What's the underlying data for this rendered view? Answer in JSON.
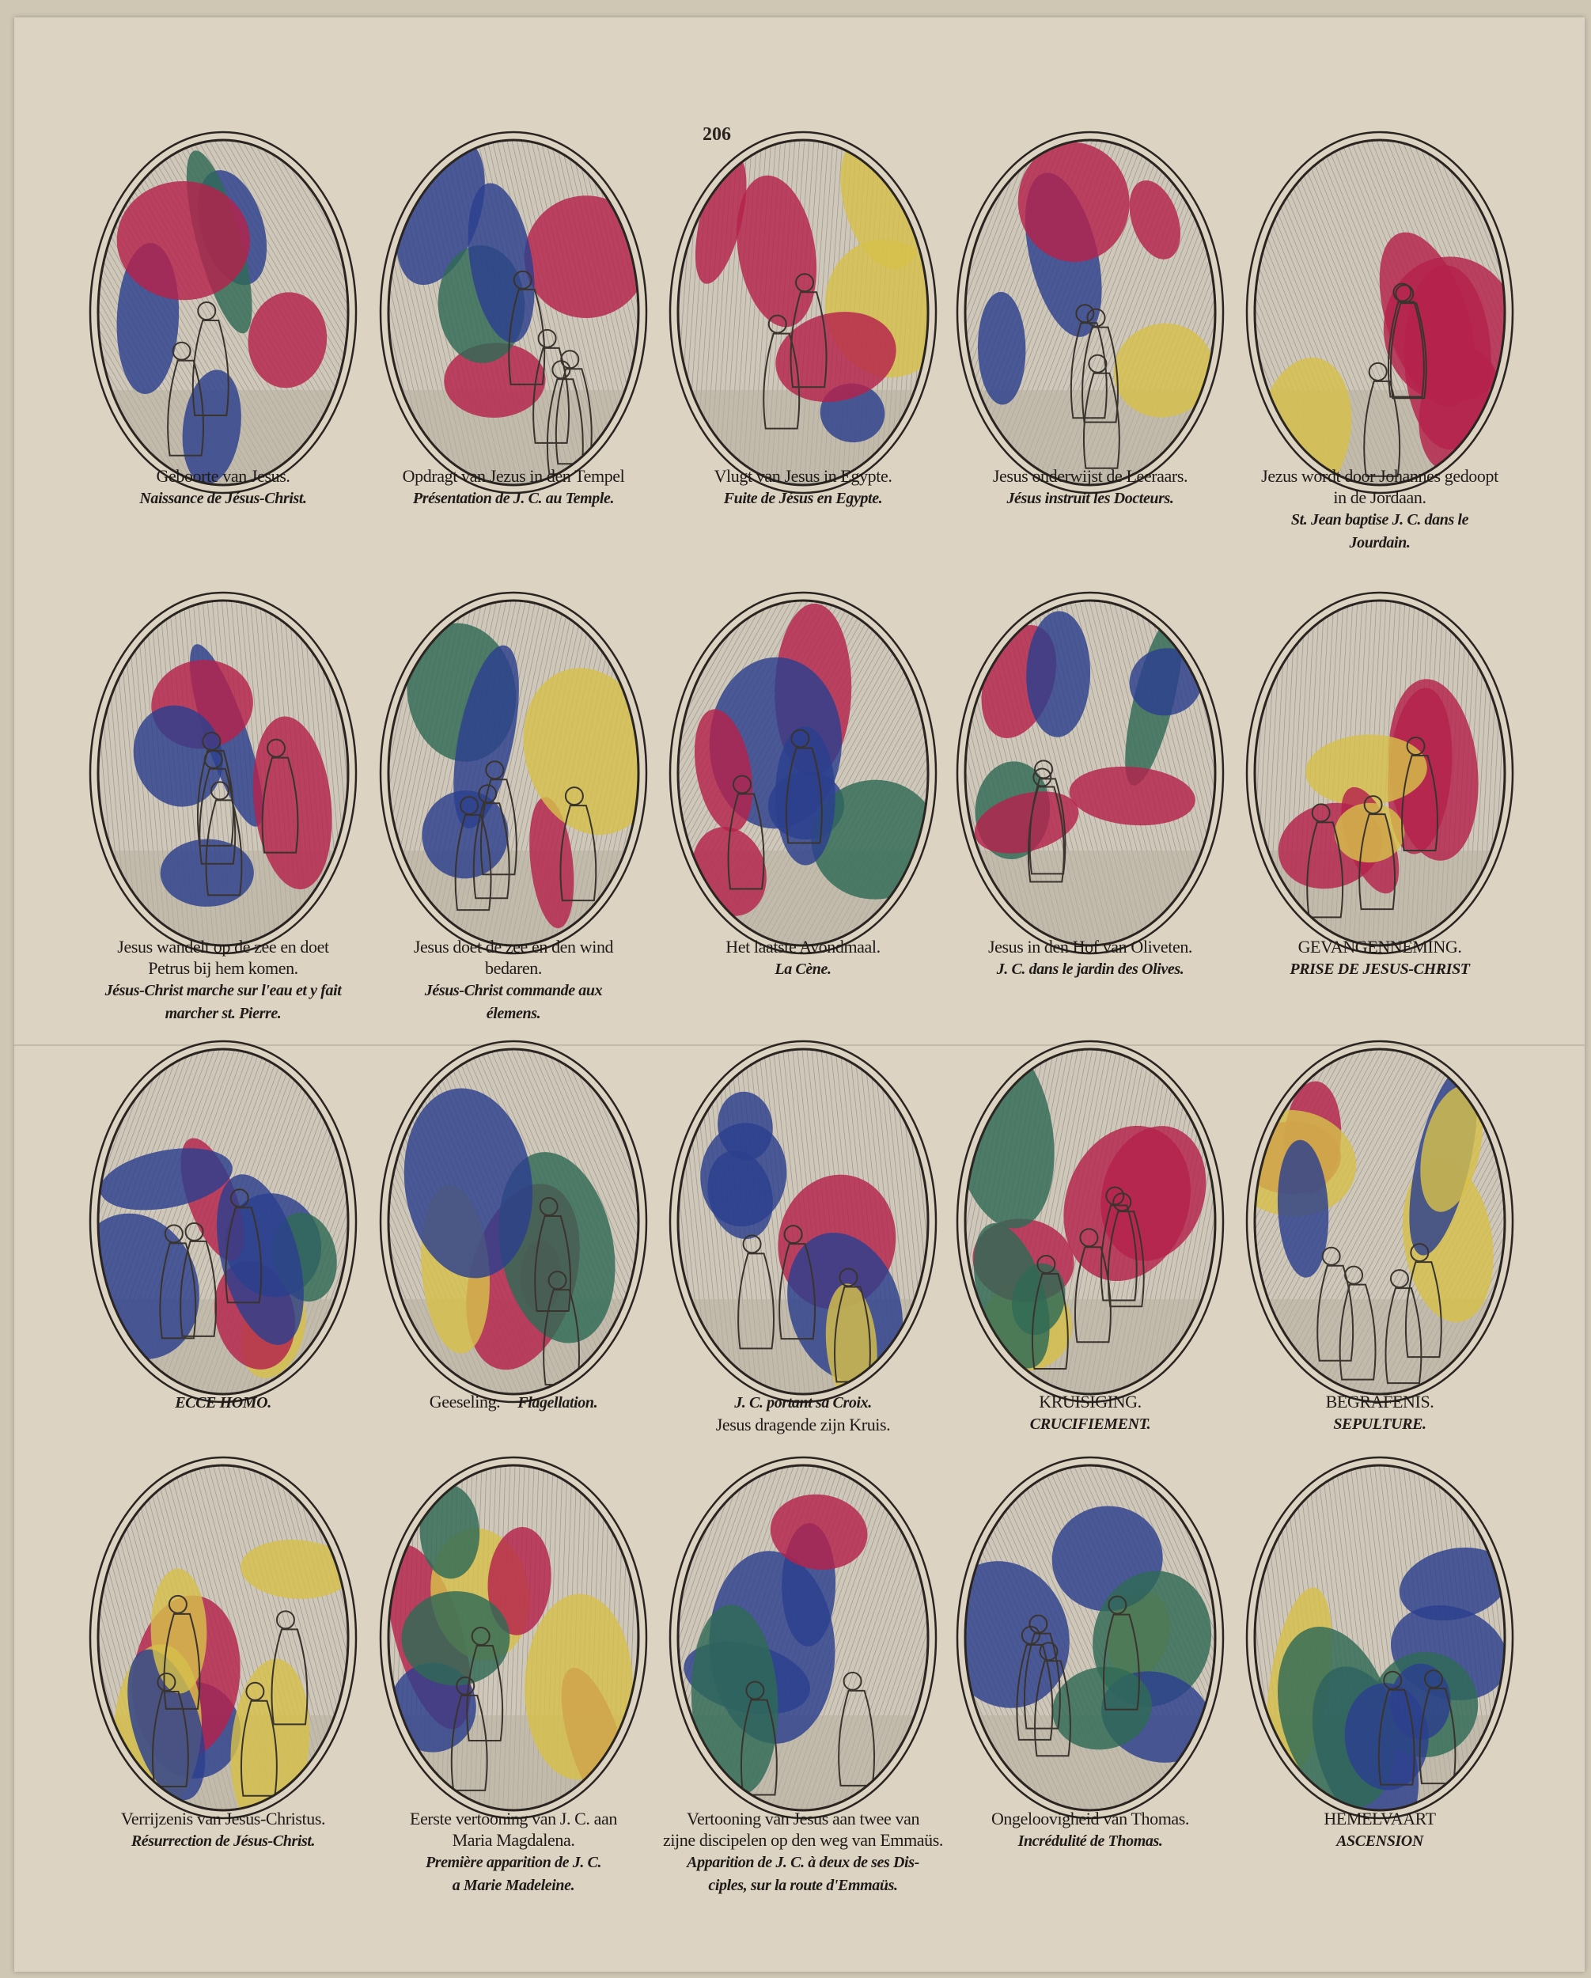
{
  "page_number": "206",
  "palette": {
    "paper": "#dcd3c2",
    "blue": "#2c3f8e",
    "red": "#b5224c",
    "yellow": "#d6c04a",
    "green": "#2f6a55",
    "ink": "#1f1b18"
  },
  "plates": [
    {
      "lines": [
        [
          {
            "t": "Geboorte van Jesus.",
            "i": false
          }
        ],
        [
          {
            "t": "Naissance de Jésus-Christ.",
            "i": true
          }
        ]
      ]
    },
    {
      "lines": [
        [
          {
            "t": "Opdragt van Jezus in den Tempel",
            "i": false
          }
        ],
        [
          {
            "t": "Présentation de J. C. au Temple.",
            "i": true
          }
        ]
      ]
    },
    {
      "lines": [
        [
          {
            "t": "Vlugt van Jesus in Egypte.",
            "i": false
          }
        ],
        [
          {
            "t": "Fuite de Jésus en Egypte.",
            "i": true
          }
        ]
      ]
    },
    {
      "lines": [
        [
          {
            "t": "Jesus onderwijst de Leeraars.",
            "i": false
          }
        ],
        [
          {
            "t": "Jésus instruit les Docteurs.",
            "i": true
          }
        ]
      ]
    },
    {
      "lines": [
        [
          {
            "t": "Jezus wordt door Johannes gedoopt",
            "i": false
          }
        ],
        [
          {
            "t": "in de Jordaan.",
            "i": false
          }
        ],
        [
          {
            "t": "St. Jean baptise J. C. dans le",
            "i": true
          }
        ],
        [
          {
            "t": "Jourdain.",
            "i": true
          }
        ]
      ]
    },
    {
      "lines": [
        [
          {
            "t": "Jesus wandelt op de zee en doet",
            "i": false
          }
        ],
        [
          {
            "t": "Petrus bij hem komen.",
            "i": false
          }
        ],
        [
          {
            "t": "Jésus-Christ marche sur l'eau et y fait",
            "i": true
          }
        ],
        [
          {
            "t": "marcher st. Pierre.",
            "i": true
          }
        ]
      ]
    },
    {
      "lines": [
        [
          {
            "t": "Jesus doet de zee en den wind",
            "i": false
          }
        ],
        [
          {
            "t": "bedaren.",
            "i": false
          }
        ],
        [
          {
            "t": "Jésus-Christ commande aux",
            "i": true
          }
        ],
        [
          {
            "t": "élemens.",
            "i": true
          }
        ]
      ]
    },
    {
      "lines": [
        [
          {
            "t": "Het laatste Avondmaal.",
            "i": false
          }
        ],
        [
          {
            "t": "La Cène.",
            "i": true
          }
        ]
      ]
    },
    {
      "lines": [
        [
          {
            "t": "Jesus in den Hof van Oliveten.",
            "i": false
          }
        ],
        [
          {
            "t": "J. C. dans le jardin des Olives.",
            "i": true
          }
        ]
      ]
    },
    {
      "lines": [
        [
          {
            "t": "GEVANGENNEMING.",
            "i": false
          }
        ],
        [
          {
            "t": "PRISE DE JESUS-CHRIST",
            "i": true
          }
        ]
      ]
    },
    {
      "lines": [
        [
          {
            "t": "ECCE HOMO.",
            "i": true
          }
        ]
      ]
    },
    {
      "lines": [
        [
          {
            "t": "Geeseling.",
            "i": false
          },
          {
            "t": "Flagellation.",
            "i": true
          }
        ]
      ]
    },
    {
      "lines": [
        [
          {
            "t": "J. C. portant sa Croix.",
            "i": true
          }
        ],
        [
          {
            "t": "Jesus dragende zijn Kruis.",
            "i": false
          }
        ]
      ]
    },
    {
      "lines": [
        [
          {
            "t": "KRUISIGING.",
            "i": false
          }
        ],
        [
          {
            "t": "CRUCIFIEMENT.",
            "i": true
          }
        ]
      ]
    },
    {
      "lines": [
        [
          {
            "t": "BEGRAFENIS.",
            "i": false
          }
        ],
        [
          {
            "t": "SEPULTURE.",
            "i": true
          }
        ]
      ]
    },
    {
      "lines": [
        [
          {
            "t": "Verrijzenis van Jesus-Christus.",
            "i": false
          }
        ],
        [
          {
            "t": "Résurrection de Jésus-Christ.",
            "i": true
          }
        ]
      ]
    },
    {
      "lines": [
        [
          {
            "t": "Eerste vertooning van J. C. aan",
            "i": false
          }
        ],
        [
          {
            "t": "Maria Magdalena.",
            "i": false
          }
        ],
        [
          {
            "t": "Première apparition de J. C.",
            "i": true
          }
        ],
        [
          {
            "t": "a Marie Madeleine.",
            "i": true
          }
        ]
      ]
    },
    {
      "lines": [
        [
          {
            "t": "Vertooning van Jesus aan twee van",
            "i": false
          }
        ],
        [
          {
            "t": "zijne discipelen op den weg van Emmaüs.",
            "i": false
          }
        ],
        [
          {
            "t": "Apparition de J. C. à deux de ses Dis-",
            "i": true
          }
        ],
        [
          {
            "t": "ciples, sur la route d'Emmaüs.",
            "i": true
          }
        ]
      ]
    },
    {
      "lines": [
        [
          {
            "t": "Ongeloovigheid van Thomas.",
            "i": false
          }
        ],
        [
          {
            "t": "Incrédulité de Thomas.",
            "i": true
          }
        ]
      ]
    },
    {
      "lines": [
        [
          {
            "t": "HEMELVAART",
            "i": false
          }
        ],
        [
          {
            "t": "ASCENSION",
            "i": true
          }
        ]
      ]
    }
  ]
}
